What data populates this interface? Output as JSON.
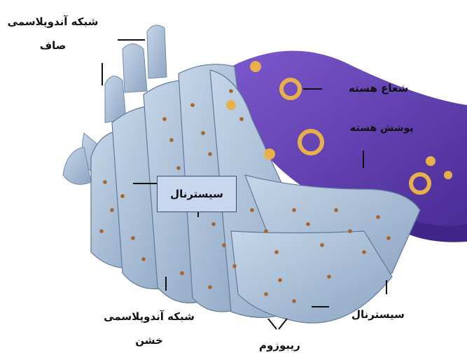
{
  "labels": {
    "smooth_er": "شبکه آندوپلاسمی صاف",
    "nuclear_pore": "شعاع هسته",
    "nuclear_envelope": "پوشش هسته",
    "cisternae_box": "سیسترنال",
    "rough_er": "شبکه آندوپلاسمی خشن",
    "cisternae_bottom": "سیسترنال",
    "ribosome": "ریبوزوم"
  },
  "colors": {
    "membrane": "#a7bdd6",
    "membrane_dark": "#6f8aab",
    "nucleus": "#5b3aa8",
    "nucleus_light": "#7a55c8",
    "ribosome": "#a8642b",
    "pore": "#e8b04a",
    "callout_fill": "#c7d7ee"
  }
}
